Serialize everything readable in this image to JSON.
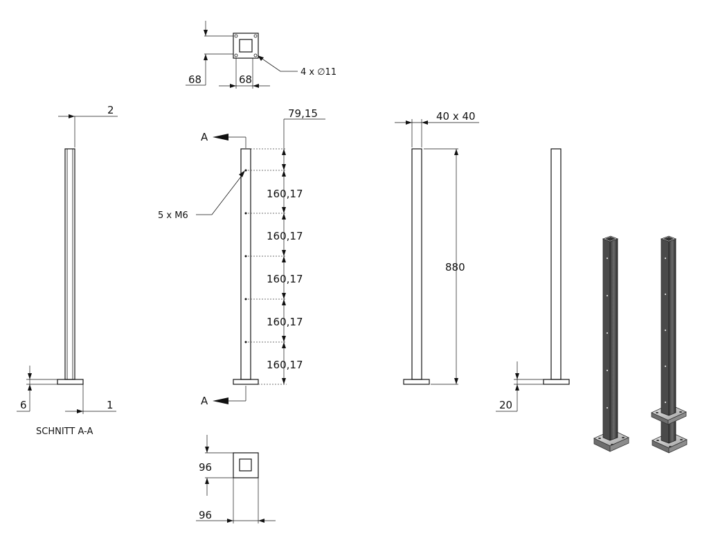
{
  "drawing": {
    "section_label": "SCHNITT A-A",
    "section_marker": "A",
    "dimensions": {
      "wall_thickness": "2",
      "plate_thickness_section": "6",
      "plate_offset_section": "1",
      "hole_pitch_top": "79,15",
      "hole_spacing": [
        "160,17",
        "160,17",
        "160,17",
        "160,17",
        "160,17"
      ],
      "thread_callout": "5 x M6",
      "profile_size": "40 x 40",
      "overall_height": "880",
      "plate_thickness_side": "20",
      "top_plate_width": "68",
      "top_plate_depth": "68",
      "hole_callout": "4 x ∅11",
      "bottom_plate_width": "96",
      "bottom_plate_depth": "96"
    }
  }
}
